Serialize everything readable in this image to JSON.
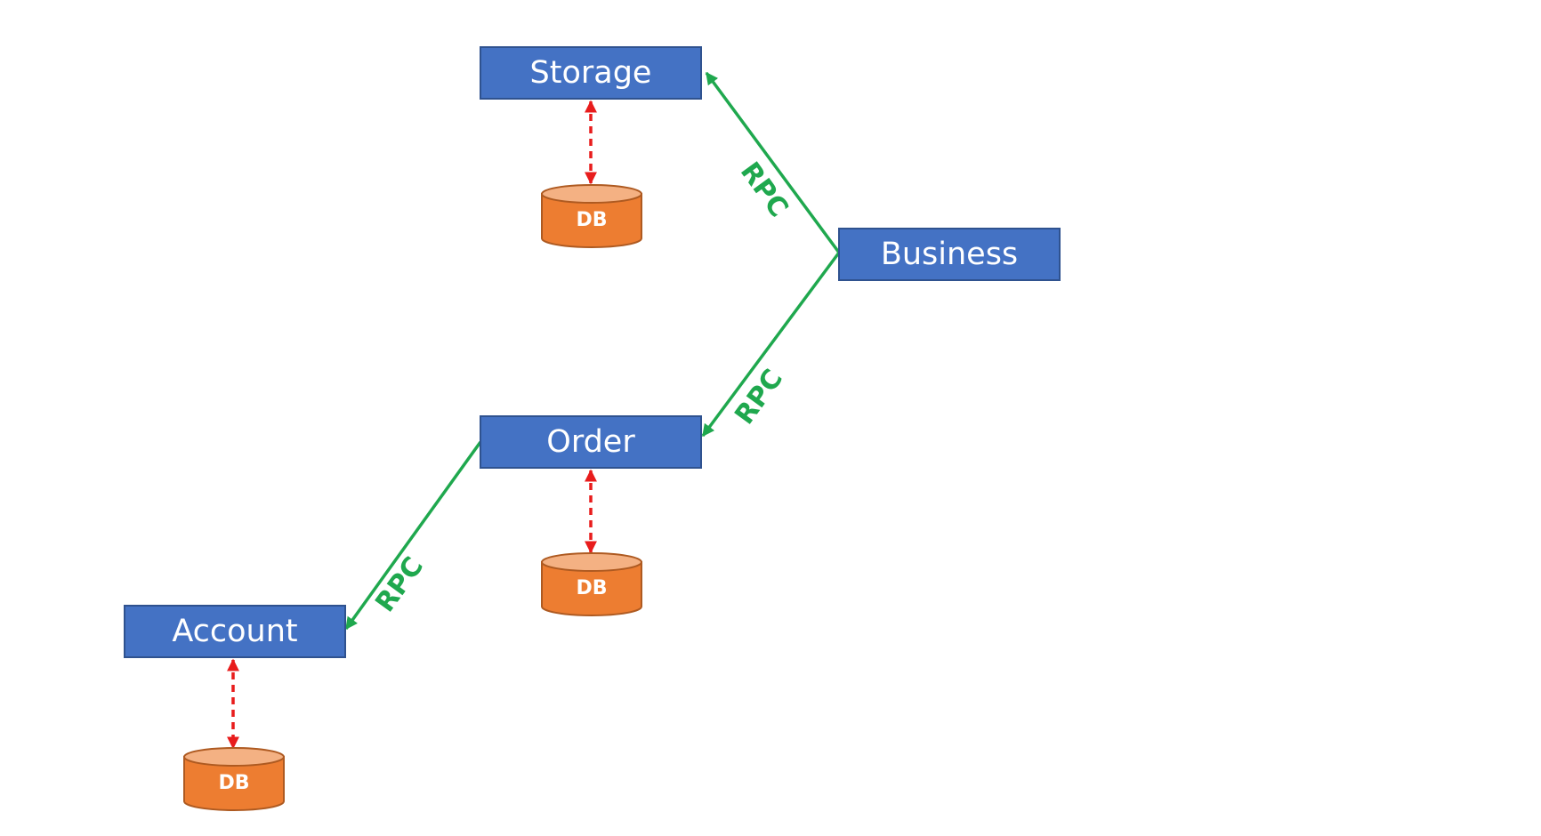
{
  "services": {
    "storage": "Storage",
    "business": "Business",
    "order": "Order",
    "account": "Account"
  },
  "databases": {
    "storage_db": "DB",
    "order_db": "DB",
    "account_db": "DB"
  },
  "connections": {
    "business_to_storage": "RPC",
    "business_to_order": "RPC",
    "order_to_account": "RPC"
  },
  "colors": {
    "service_fill": "#4472C4",
    "database_fill": "#ED7D31",
    "rpc_arrow": "#1FA84E",
    "db_link_arrow": "#E81C1C"
  }
}
